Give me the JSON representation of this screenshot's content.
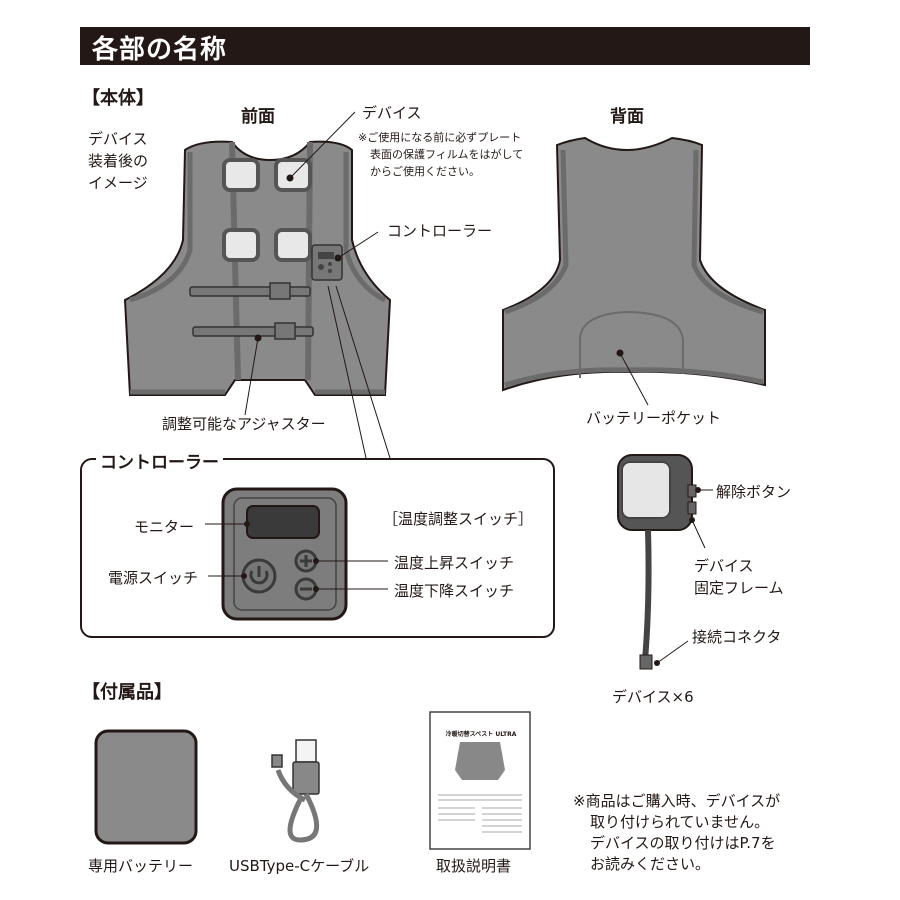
{
  "header": {
    "title": "各部の名称"
  },
  "main_body": {
    "section_label": "【本体】",
    "front_label": "前面",
    "back_label": "背面",
    "image_caption": [
      "デバイス",
      "装着後の",
      "イメージ"
    ],
    "callouts": {
      "device": "デバイス",
      "device_note": [
        "※ご使用になる前に必ずプレート",
        "表面の保護フィルムをはがして",
        "からご使用ください。"
      ],
      "controller": "コントローラー",
      "adjuster": "調整可能なアジャスター",
      "battery_pocket": "バッテリーポケット"
    }
  },
  "controller": {
    "title": "コントローラー",
    "group_label": "［温度調整スイッチ］",
    "monitor": "モニター",
    "power_switch": "電源スイッチ",
    "temp_up": "温度上昇スイッチ",
    "temp_down": "温度下降スイッチ"
  },
  "device": {
    "release_button": "解除ボタン",
    "frame": [
      "デバイス",
      "固定フレーム"
    ],
    "connector": "接続コネクタ",
    "caption": "デバイス×6"
  },
  "accessories": {
    "section_label": "【付属品】",
    "items": [
      {
        "label": "専用バッテリー"
      },
      {
        "label": "USBType-Cケーブル"
      },
      {
        "label": "取扱説明書"
      }
    ],
    "manual_cover_title": "冷暖切替スベスト ULTRA"
  },
  "footnote": [
    "※商品はご購入時、デバイスが",
    "取り付けられていません。",
    "デバイスの取り付けはP.7を",
    "お読みください。"
  ],
  "colors": {
    "header_bg": "#231815",
    "vest": "#8a8a8a",
    "vest_trim": "#6b6b6b",
    "outline": "#231815"
  }
}
